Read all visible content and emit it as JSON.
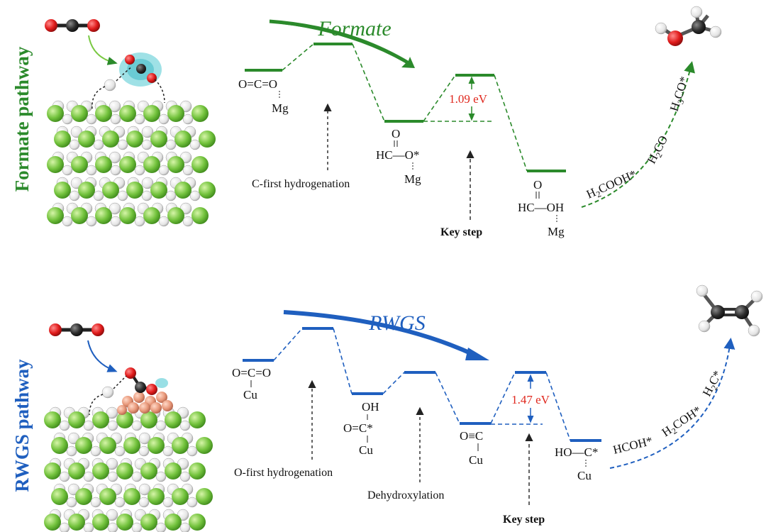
{
  "colors": {
    "formate": "#2b8a2b",
    "rwgs": "#1f5fbf",
    "barrier_text": "#e0281e",
    "mg_atom": "#7ac943",
    "h_atom": "#f2f2f2",
    "cu_atom": "#e8987a",
    "oxygen": "#e01b1b",
    "carbon": "#2d2d2d"
  },
  "formate": {
    "side_label": "Formate pathway",
    "title": "Formate",
    "barrier": "1.09 eV",
    "states": {
      "co2": {
        "top": "O=C=O",
        "bottom": "Mg"
      },
      "hcoo": {
        "top": "O",
        "main": "HC—O*",
        "bottom": "Mg"
      },
      "hcooh": {
        "top": "O",
        "main": "HC—OH",
        "bottom": "Mg"
      }
    },
    "notes": {
      "first": "C-first hydrogenation",
      "key": "Key step"
    },
    "intermediates": [
      {
        "base": "H",
        "sub": "2",
        "rest": "COOH*"
      },
      {
        "base": "H",
        "sub": "2",
        "rest": "CO"
      },
      {
        "base": "H",
        "sub": "3",
        "rest": "CO*"
      }
    ],
    "product_icon": "methanol-molecule-icon"
  },
  "rwgs": {
    "side_label": "RWGS pathway",
    "title": "RWGS",
    "barrier": "1.47 eV",
    "states": {
      "co2": {
        "top": "O=C=O",
        "bottom": "Cu"
      },
      "cooh": {
        "top": "OH",
        "main": "O=C*",
        "bottom": "Cu"
      },
      "co": {
        "main": "O≡C",
        "bottom": "Cu"
      },
      "coh": {
        "main": "HO—C*",
        "bottom": "Cu"
      }
    },
    "notes": {
      "first": "O-first hydrogenation",
      "dehyd": "Dehydroxylation",
      "key": "Key step"
    },
    "intermediates": [
      {
        "base": "HCOH*",
        "sub": "",
        "rest": ""
      },
      {
        "base": "H",
        "sub": "2",
        "rest": "COH*"
      },
      {
        "base": "H",
        "sub": "2",
        "rest": "C*"
      }
    ],
    "product_icon": "ethylene-molecule-icon"
  }
}
